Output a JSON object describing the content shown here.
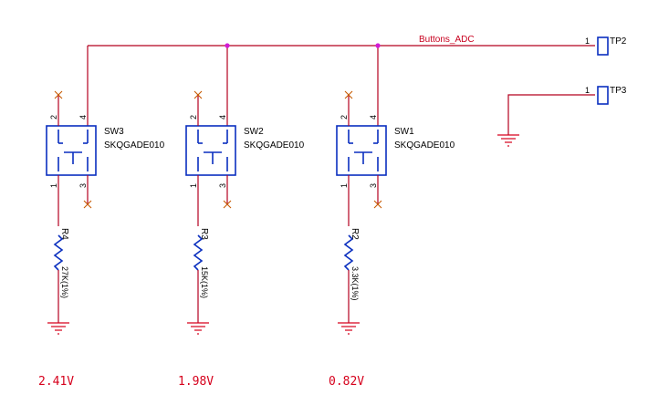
{
  "net_label": "Buttons_ADC",
  "test_points": [
    {
      "ref": "TP2",
      "pin": "1"
    },
    {
      "ref": "TP3",
      "pin": "1"
    }
  ],
  "switches": [
    {
      "ref": "SW3",
      "part": "SKQGADE010",
      "pins": [
        "2",
        "4",
        "1",
        "3"
      ],
      "resistor": {
        "ref": "R4",
        "value": "27K(1%)"
      },
      "voltage": "2.41V"
    },
    {
      "ref": "SW2",
      "part": "SKQGADE010",
      "pins": [
        "2",
        "4",
        "1",
        "3"
      ],
      "resistor": {
        "ref": "R3",
        "value": "15K(1%)"
      },
      "voltage": "1.98V"
    },
    {
      "ref": "SW1",
      "part": "SKQGADE010",
      "pins": [
        "2",
        "4",
        "1",
        "3"
      ],
      "resistor": {
        "ref": "R2",
        "value": "3.3K(1%)"
      },
      "voltage": "0.82V"
    }
  ],
  "colors": {
    "wire": "#b3001f",
    "ground": "#d6001c",
    "component": "#0a2fbf",
    "junction": "#d21bd6",
    "no_connect": "#c65a00"
  }
}
